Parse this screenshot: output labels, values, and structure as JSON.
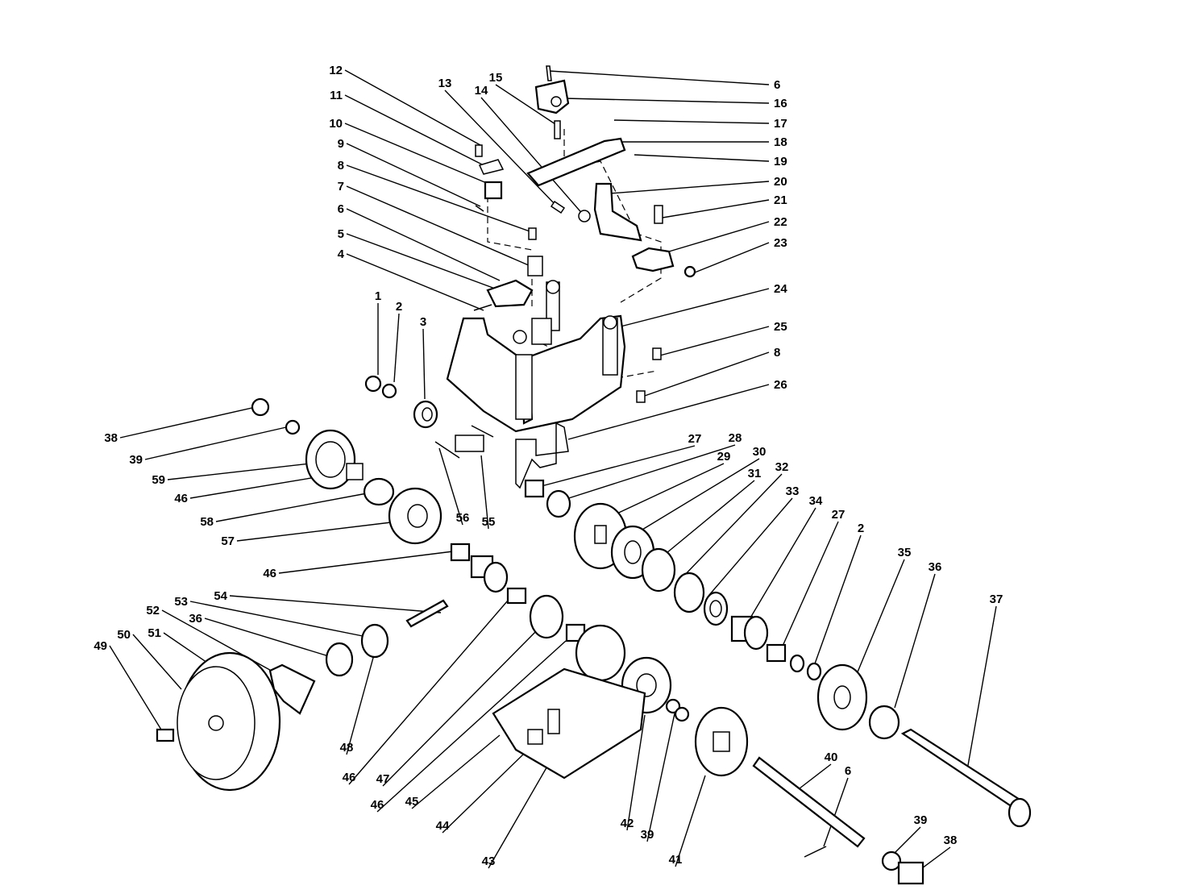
{
  "diagram": {
    "callouts": [
      "12",
      "11",
      "10",
      "9",
      "8",
      "7",
      "6",
      "5",
      "4",
      "13",
      "14",
      "15",
      "6",
      "16",
      "17",
      "18",
      "19",
      "20",
      "21",
      "22",
      "23",
      "24",
      "25",
      "8",
      "26",
      "1",
      "2",
      "3",
      "38",
      "39",
      "59",
      "46",
      "58",
      "57",
      "56",
      "55",
      "27",
      "28",
      "29",
      "30",
      "31",
      "32",
      "33",
      "34",
      "27",
      "2",
      "35",
      "36",
      "37",
      "46",
      "54",
      "53",
      "52",
      "36",
      "51",
      "50",
      "49",
      "48",
      "46",
      "47",
      "46",
      "45",
      "44",
      "43",
      "42",
      "39",
      "41",
      "40",
      "6",
      "39",
      "38"
    ]
  }
}
